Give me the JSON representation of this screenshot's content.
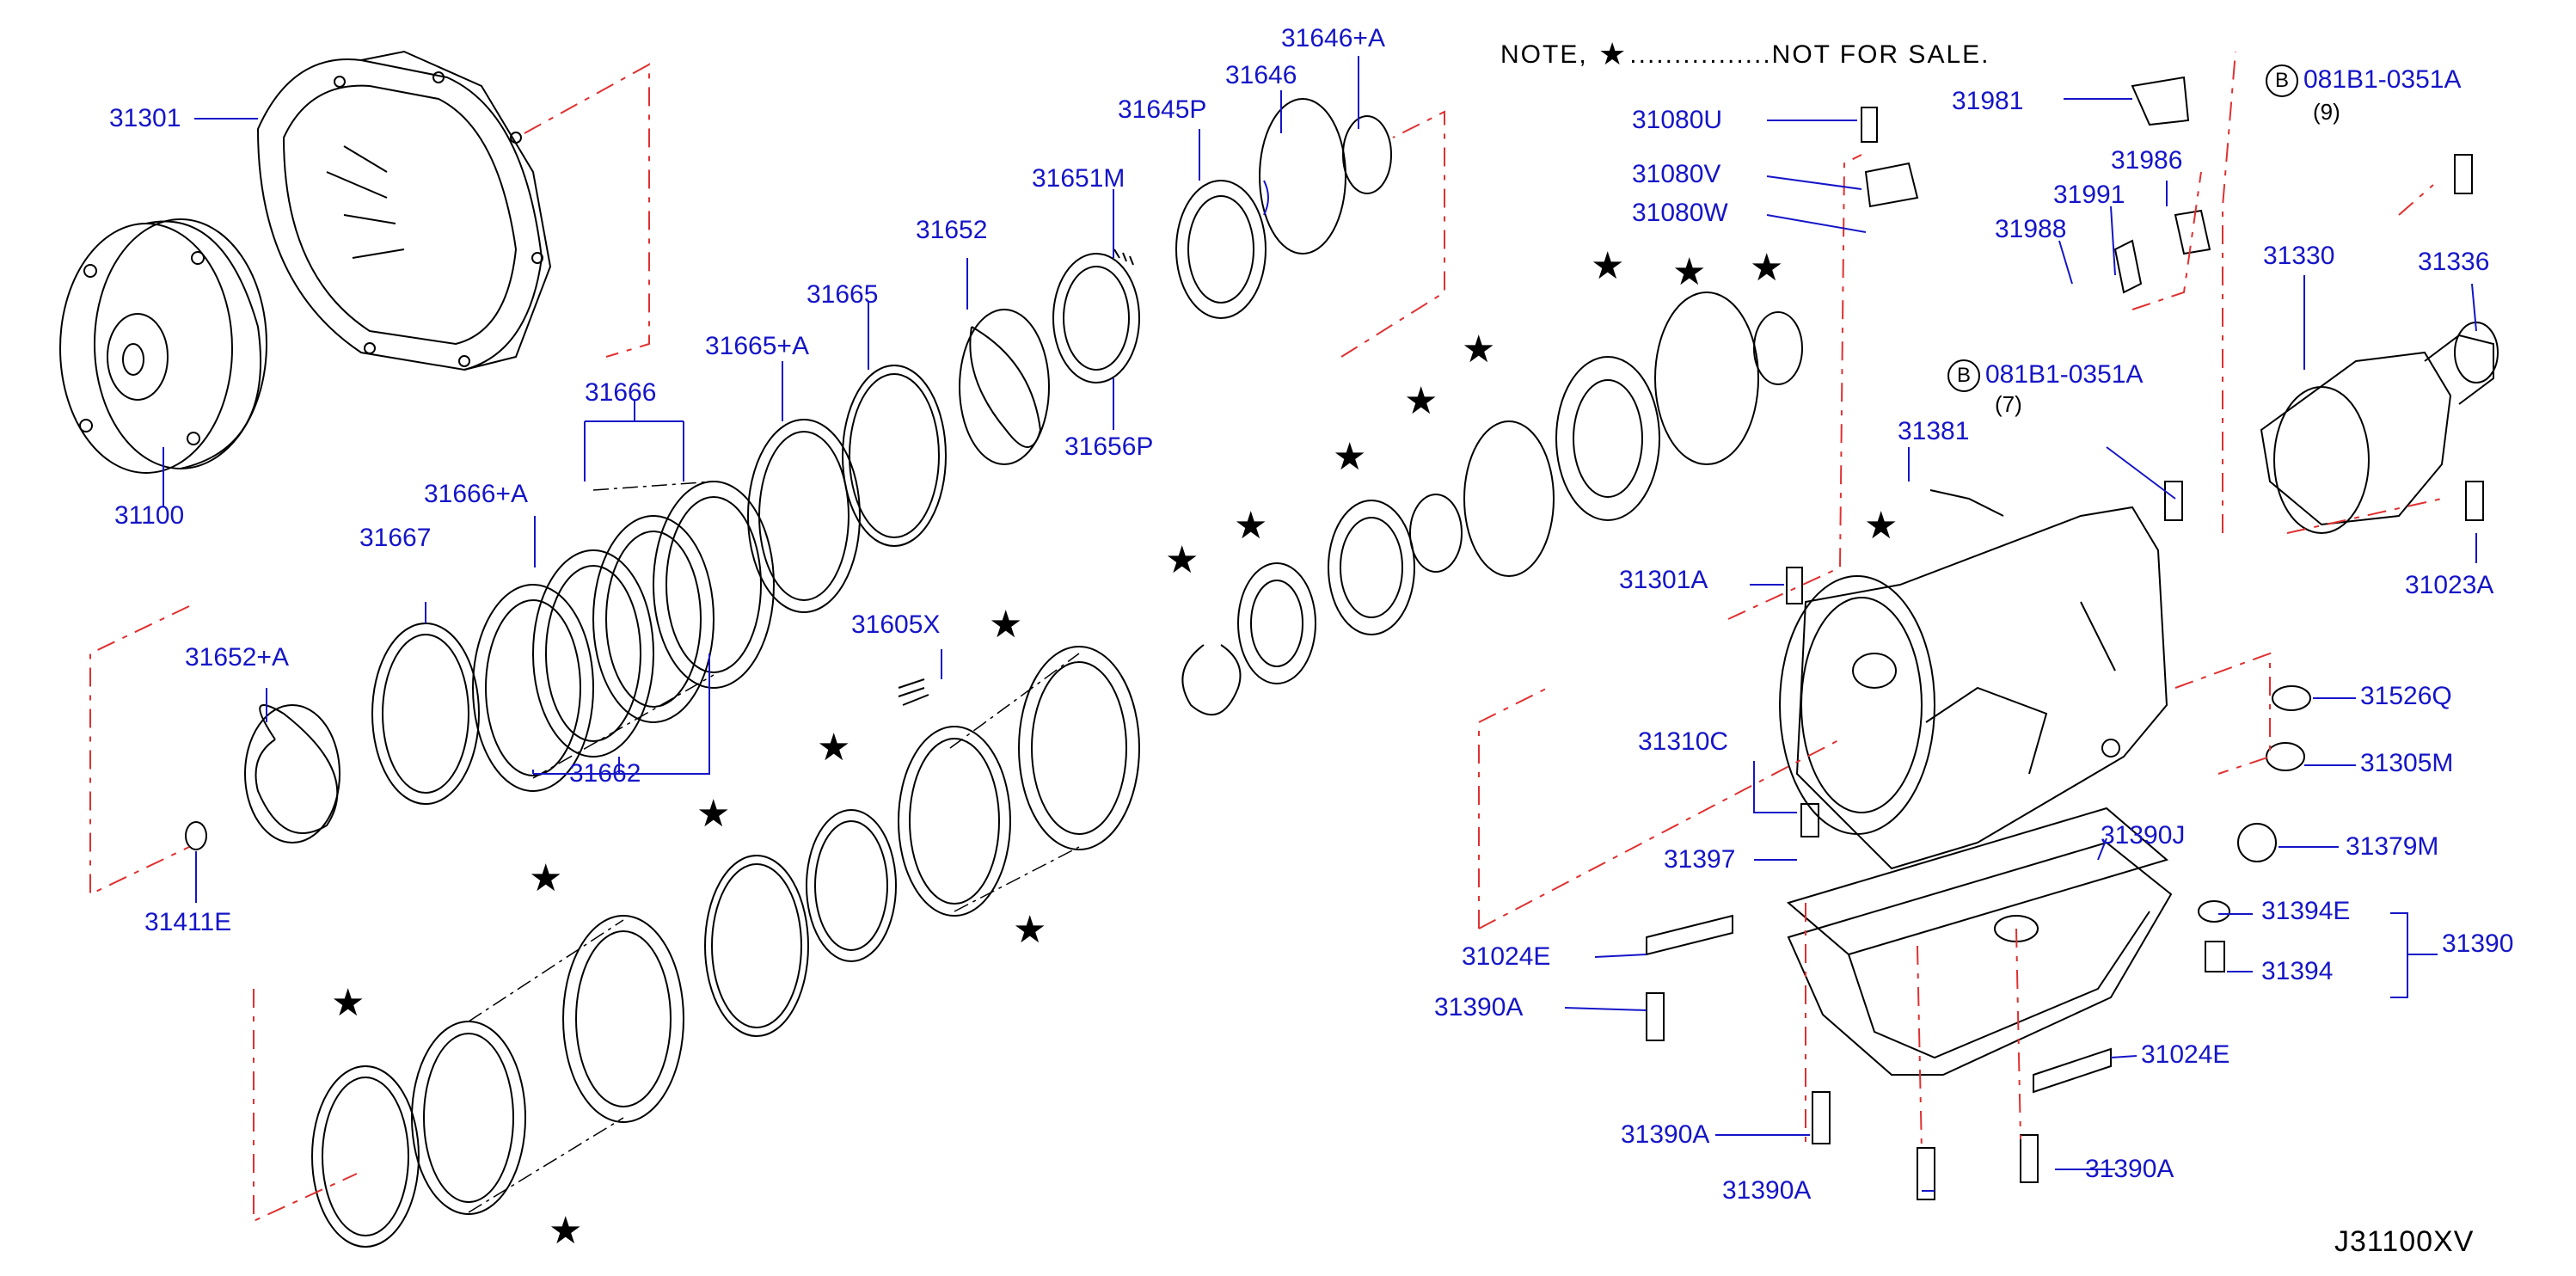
{
  "note": {
    "prefix": "NOTE,",
    "suffix": "................NOT FOR SALE."
  },
  "diagram_code": "J31100XV",
  "parts": [
    {
      "id": "31301",
      "label": "31301"
    },
    {
      "id": "31100",
      "label": "31100"
    },
    {
      "id": "31652+A",
      "label": "31652+A"
    },
    {
      "id": "31411E",
      "label": "31411E"
    },
    {
      "id": "31667",
      "label": "31667"
    },
    {
      "id": "31666+A",
      "label": "31666+A"
    },
    {
      "id": "31666",
      "label": "31666"
    },
    {
      "id": "31662",
      "label": "31662"
    },
    {
      "id": "31665+A",
      "label": "31665+A"
    },
    {
      "id": "31665",
      "label": "31665"
    },
    {
      "id": "31652",
      "label": "31652"
    },
    {
      "id": "31651M",
      "label": "31651M"
    },
    {
      "id": "31656P",
      "label": "31656P"
    },
    {
      "id": "31645P",
      "label": "31645P"
    },
    {
      "id": "31646",
      "label": "31646"
    },
    {
      "id": "31646+A",
      "label": "31646+A"
    },
    {
      "id": "31605X",
      "label": "31605X"
    },
    {
      "id": "31080U",
      "label": "31080U"
    },
    {
      "id": "31080V",
      "label": "31080V"
    },
    {
      "id": "31080W",
      "label": "31080W"
    },
    {
      "id": "31981",
      "label": "31981"
    },
    {
      "id": "31986",
      "label": "31986"
    },
    {
      "id": "31991",
      "label": "31991"
    },
    {
      "id": "31988",
      "label": "31988"
    },
    {
      "id": "31381",
      "label": "31381"
    },
    {
      "id": "31301A",
      "label": "31301A"
    },
    {
      "id": "31330",
      "label": "31330"
    },
    {
      "id": "31336",
      "label": "31336"
    },
    {
      "id": "31023A",
      "label": "31023A"
    },
    {
      "id": "31526Q",
      "label": "31526Q"
    },
    {
      "id": "31305M",
      "label": "31305M"
    },
    {
      "id": "31379M",
      "label": "31379M"
    },
    {
      "id": "31310C",
      "label": "31310C"
    },
    {
      "id": "31397",
      "label": "31397"
    },
    {
      "id": "31390J",
      "label": "31390J"
    },
    {
      "id": "31394E",
      "label": "31394E"
    },
    {
      "id": "31394",
      "label": "31394"
    },
    {
      "id": "31390",
      "label": "31390"
    },
    {
      "id": "31024E-left",
      "label": "31024E"
    },
    {
      "id": "31024E-right",
      "label": "31024E"
    },
    {
      "id": "31390A-1",
      "label": "31390A"
    },
    {
      "id": "31390A-2",
      "label": "31390A"
    },
    {
      "id": "31390A-3",
      "label": "31390A"
    },
    {
      "id": "31390A-4",
      "label": "31390A"
    }
  ],
  "bolts": [
    {
      "id": "bolt-top",
      "circle": "B",
      "label": "081B1-0351A",
      "qty": "(9)"
    },
    {
      "id": "bolt-mid",
      "circle": "B",
      "label": "081B1-0351A",
      "qty": "(7)"
    }
  ]
}
